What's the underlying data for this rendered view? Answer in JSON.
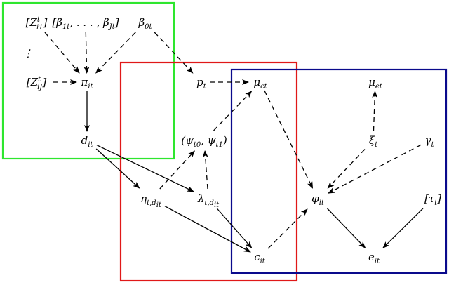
{
  "plates": [
    {
      "id": "plate-green",
      "color": "#2ee62e"
    },
    {
      "id": "plate-red",
      "color": "#e01818"
    },
    {
      "id": "plate-blue",
      "color": "#0a0a8c"
    }
  ],
  "nodes": {
    "Z_i1": {
      "base": "[Z",
      "sup": "t",
      "sub": "i1",
      "tail": "]"
    },
    "betas": {
      "base": "[β",
      "sub": "1t",
      "mid": ", . . . , β",
      "sub2": "Jt",
      "tail": "]"
    },
    "beta0": {
      "base": "β",
      "sub": "0t"
    },
    "vdots": {
      "base": "⋮"
    },
    "Z_iJ": {
      "base": "[Z",
      "sup": "t",
      "sub": "iJ",
      "tail": "]"
    },
    "pi": {
      "base": "π",
      "sub": "it"
    },
    "p": {
      "base": "p",
      "sub": "t"
    },
    "mu_ct": {
      "base": "μ",
      "sub": "ct"
    },
    "mu_et": {
      "base": "μ",
      "sub": "et"
    },
    "d": {
      "base": "d",
      "sub": "it"
    },
    "psi": {
      "base": "(ψ",
      "sub": "t0",
      "mid": ", ψ",
      "sub2": "t1",
      "tail": ")"
    },
    "xi": {
      "base": "ξ",
      "sub": "t"
    },
    "gamma": {
      "base": "γ",
      "sub": "t"
    },
    "eta": {
      "base": "η",
      "sub": "t,d",
      "subsub": "it"
    },
    "lambda": {
      "base": "λ",
      "sub": "t,d",
      "subsub": "it"
    },
    "phi": {
      "base": "φ",
      "sub": "it"
    },
    "tau": {
      "base": "[τ",
      "sub": "t",
      "tail": "]"
    },
    "c": {
      "base": "c",
      "sub": "it"
    },
    "e": {
      "base": "e",
      "sub": "it"
    }
  },
  "edges": [
    {
      "from": "Z_i1",
      "to": "pi",
      "style": "dashed"
    },
    {
      "from": "betas",
      "to": "pi",
      "style": "dashed"
    },
    {
      "from": "beta0",
      "to": "pi",
      "style": "dashed"
    },
    {
      "from": "beta0",
      "to": "p",
      "style": "dashed"
    },
    {
      "from": "Z_iJ",
      "to": "pi",
      "style": "dashed"
    },
    {
      "from": "pi",
      "to": "d",
      "style": "solid"
    },
    {
      "from": "p",
      "to": "mu_ct",
      "style": "dashed"
    },
    {
      "from": "d",
      "to": "eta",
      "style": "solid"
    },
    {
      "from": "d",
      "to": "lambda",
      "style": "solid"
    },
    {
      "from": "eta",
      "to": "psi",
      "style": "dashed"
    },
    {
      "from": "lambda",
      "to": "psi",
      "style": "dashed"
    },
    {
      "from": "psi",
      "to": "mu_ct",
      "style": "dashed"
    },
    {
      "from": "mu_ct",
      "to": "phi",
      "style": "dashed"
    },
    {
      "from": "xi",
      "to": "mu_et",
      "style": "dashed"
    },
    {
      "from": "xi",
      "to": "phi",
      "style": "dashed"
    },
    {
      "from": "gamma",
      "to": "phi",
      "style": "dashed"
    },
    {
      "from": "eta",
      "to": "c",
      "style": "solid"
    },
    {
      "from": "lambda",
      "to": "c",
      "style": "solid"
    },
    {
      "from": "c",
      "to": "phi",
      "style": "dashed"
    },
    {
      "from": "phi",
      "to": "e",
      "style": "solid"
    },
    {
      "from": "tau",
      "to": "e",
      "style": "solid"
    }
  ]
}
